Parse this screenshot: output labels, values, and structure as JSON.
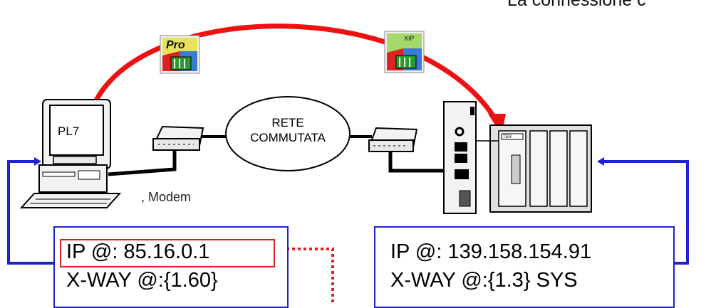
{
  "title": "La connessione c",
  "network": {
    "line1": "RETE",
    "line2": "COMMUTATA"
  },
  "modem_label": ", Modem",
  "pc": {
    "screen_label": "PL7"
  },
  "icons": {
    "pro": {
      "name": "pl7-pro-software-icon",
      "text": "Pro"
    },
    "xip": {
      "name": "xip-driver-icon",
      "text": "XIP"
    }
  },
  "plc": {
    "tag": "TER"
  },
  "left_box": {
    "ip_label": "IP @:  85.16.0.1",
    "xway_label": "X-WAY @:{1.60}"
  },
  "right_box": {
    "ip_label": "IP @: 139.158.154.91",
    "xway_label": "X-WAY @:{1.3} SYS"
  },
  "colors": {
    "arc": "#ee1111",
    "blue": "#1f1fd6",
    "highlight": "#e02020",
    "cable": "#000000"
  }
}
